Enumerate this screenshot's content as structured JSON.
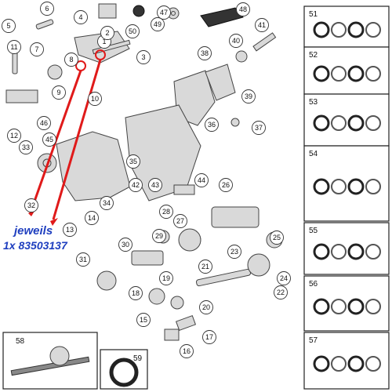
{
  "diagram": {
    "callouts": [
      {
        "id": "c1",
        "label": "1"
      },
      {
        "id": "c2",
        "label": "2"
      },
      {
        "id": "c3",
        "label": "3"
      },
      {
        "id": "c4",
        "label": "4"
      },
      {
        "id": "c5",
        "label": "5"
      },
      {
        "id": "c6",
        "label": "6"
      },
      {
        "id": "c7",
        "label": "7"
      },
      {
        "id": "c8",
        "label": "8"
      },
      {
        "id": "c9",
        "label": "9"
      },
      {
        "id": "c10",
        "label": "10"
      },
      {
        "id": "c11",
        "label": "11"
      },
      {
        "id": "c12",
        "label": "12"
      },
      {
        "id": "c13",
        "label": "13"
      },
      {
        "id": "c14",
        "label": "14"
      },
      {
        "id": "c15",
        "label": "15"
      },
      {
        "id": "c16",
        "label": "16"
      },
      {
        "id": "c17",
        "label": "17"
      },
      {
        "id": "c18",
        "label": "18"
      },
      {
        "id": "c19",
        "label": "19"
      },
      {
        "id": "c20",
        "label": "20"
      },
      {
        "id": "c21",
        "label": "21"
      },
      {
        "id": "c22",
        "label": "22"
      },
      {
        "id": "c23",
        "label": "23"
      },
      {
        "id": "c24",
        "label": "24"
      },
      {
        "id": "c25",
        "label": "25"
      },
      {
        "id": "c26",
        "label": "26"
      },
      {
        "id": "c27",
        "label": "27"
      },
      {
        "id": "c28",
        "label": "28"
      },
      {
        "id": "c29",
        "label": "29"
      },
      {
        "id": "c30",
        "label": "30"
      },
      {
        "id": "c31",
        "label": "31"
      },
      {
        "id": "c32",
        "label": "32"
      },
      {
        "id": "c33",
        "label": "33"
      },
      {
        "id": "c34",
        "label": "34"
      },
      {
        "id": "c35",
        "label": "35"
      },
      {
        "id": "c36",
        "label": "36"
      },
      {
        "id": "c37",
        "label": "37"
      },
      {
        "id": "c38",
        "label": "38"
      },
      {
        "id": "c39",
        "label": "39"
      },
      {
        "id": "c40",
        "label": "40"
      },
      {
        "id": "c41",
        "label": "41"
      },
      {
        "id": "c42",
        "label": "42"
      },
      {
        "id": "c43",
        "label": "43"
      },
      {
        "id": "c44",
        "label": "44"
      },
      {
        "id": "c45",
        "label": "45"
      },
      {
        "id": "c46",
        "label": "46"
      },
      {
        "id": "c47",
        "label": "47"
      },
      {
        "id": "c48",
        "label": "48"
      },
      {
        "id": "c49",
        "label": "49"
      },
      {
        "id": "c50",
        "label": "50"
      }
    ],
    "side_panels": [
      {
        "id": "p51",
        "label": "51"
      },
      {
        "id": "p52",
        "label": "52"
      },
      {
        "id": "p53",
        "label": "53"
      },
      {
        "id": "p54",
        "label": "54"
      },
      {
        "id": "p55",
        "label": "55"
      },
      {
        "id": "p56",
        "label": "56"
      },
      {
        "id": "p57",
        "label": "57"
      }
    ],
    "bottom_panels": [
      {
        "id": "p58",
        "label": "58"
      },
      {
        "id": "p59",
        "label": "59"
      }
    ],
    "annotation": {
      "line1": "jeweils",
      "line2": "1x 83503137",
      "color": "#1f3fbf",
      "highlight_color": "#e01a1a"
    }
  }
}
